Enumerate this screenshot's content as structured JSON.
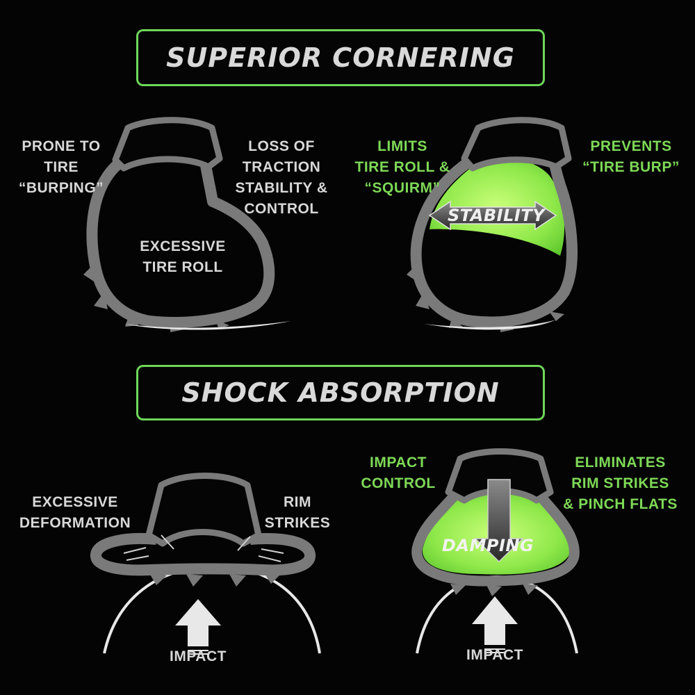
{
  "sections": {
    "cornering": {
      "title": "SUPERIOR CORNERING",
      "left": {
        "label_left": "PRONE TO\nTIRE\n“BURPING”",
        "label_right": "LOSS OF\nTRACTION\nSTABILITY &\nCONTROL",
        "label_center": "EXCESSIVE\nTIRE ROLL"
      },
      "right": {
        "label_left": "LIMITS\nTIRE ROLL &\n“SQUIRM”",
        "label_right": "PREVENTS\n“TIRE BURP”",
        "arrow_label": "STABILITY"
      }
    },
    "shock": {
      "title": "SHOCK ABSORPTION",
      "left": {
        "label_left": "EXCESSIVE\nDEFORMATION",
        "label_right": "RIM\nSTRIKES",
        "impact_label": "IMPACT"
      },
      "right": {
        "label_left": "IMPACT\nCONTROL",
        "label_right": "ELIMINATES\nRIM STRIKES\n& PINCH FLATS",
        "arrow_label": "DAMPING",
        "impact_label": "IMPACT"
      }
    }
  },
  "colors": {
    "accent_green": "#7ed957",
    "banner_border": "#6fd65a",
    "tire_gray": "#7a7a7a",
    "text_light": "#d8d8d8"
  }
}
